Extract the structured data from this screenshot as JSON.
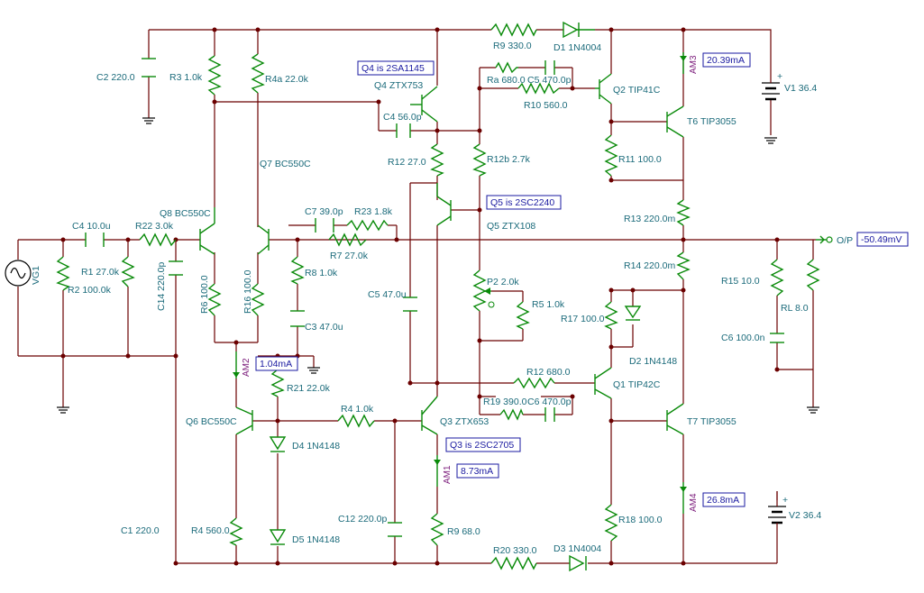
{
  "probes": {
    "am3": "20.39mA",
    "am2": "1.04mA",
    "am1": "8.73mA",
    "am4": "26.8mA",
    "output": "-50.49mV"
  },
  "notes": {
    "q4": "Q4 is 2SA1145",
    "q5": "Q5 is 2SC2240",
    "q3": "Q3 is 2SC2705"
  },
  "meters": {
    "am1": "AM1",
    "am2": "AM2",
    "am3": "AM3",
    "am4": "AM4"
  },
  "output_label": "O/P",
  "sources": {
    "vg1": "VG1",
    "v1": "V1 36.4",
    "v2": "V2 36.4"
  },
  "labels": {
    "c2": "C2 220.0",
    "r3": "R3 1.0k",
    "r4a": "R4a 22.0k",
    "r9top": "R9 330.0",
    "d1": "D1 1N4004",
    "q4": "Q4 ZTX753",
    "ra": "Ra 680.0",
    "c5top": "C5 470.0p",
    "q2": "Q2 TIP41C",
    "r10": "R10 560.0",
    "c4": "C4 56.0p",
    "t6": "T6 TIP3055",
    "q7": "Q7 BC550C",
    "r12": "R12 27.0",
    "r12b": "R12b 2.7k",
    "r11": "R11 100.0",
    "c4in": "C4 10.0u",
    "r22": "R22 3.0k",
    "q8": "Q8 BC550C",
    "c7": "C7 39.0p",
    "r23": "R23 1.8k",
    "q5": "Q5 ZTX108",
    "r13": "R13 220.0m",
    "r1": "R1 27.0k",
    "r7": "R7 27.0k",
    "r14": "R14 220.0m",
    "r2": "R2 100.0k",
    "c14": "C14 220.0p",
    "r6": "R6 100.0",
    "r16": "R16 100.0",
    "r8": "R8 1.0k",
    "p2": "P2 2.0k",
    "r15": "R15 10.0",
    "c5mid": "C5 47.0u",
    "r5": "R5 1.0k",
    "rl": "RL 8.0",
    "r17": "R17 100.0",
    "c3": "C3 47.0u",
    "c6out": "C6 100.0n",
    "d2": "D2 1N4148",
    "r21": "R21 22.0k",
    "r12bot": "R12 680.0",
    "q1": "Q1 TIP42C",
    "r19": "R19 390.0",
    "c6bot": "C6 470.0p",
    "q6": "Q6 BC550C",
    "r4": "R4 1.0k",
    "q3": "Q3 ZTX653",
    "t7": "T7 TIP3055",
    "d4": "D4 1N4148",
    "c12": "C12 220.0p",
    "c1": "C1 220.0",
    "r4b": "R4 560.0",
    "d5": "D5 1N4148",
    "r9bot": "R9 68.0",
    "r18": "R18 100.0",
    "r20": "R20 330.0",
    "d3": "D3 1N4004"
  }
}
